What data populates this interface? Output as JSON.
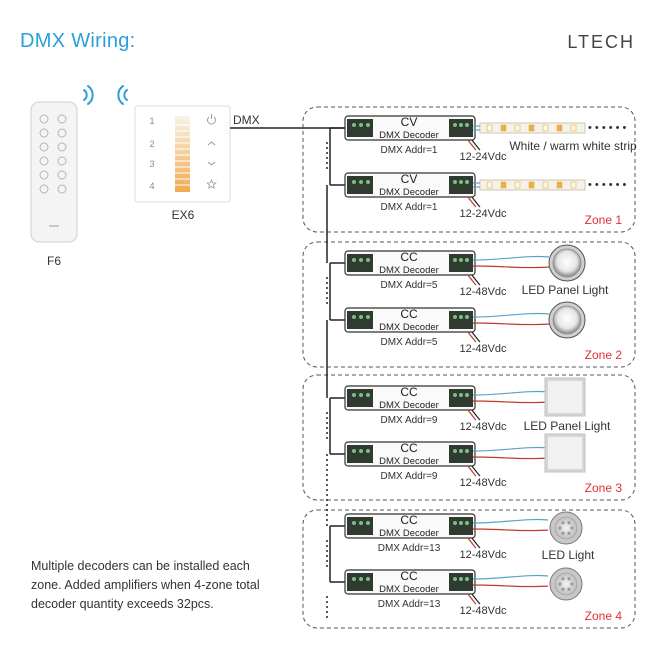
{
  "header": {
    "title": "DMX Wiring:",
    "brand": "LTECH"
  },
  "devices": {
    "remote_label": "F6",
    "panel_label": "EX6",
    "panel_keys": [
      "1",
      "2",
      "3",
      "4"
    ],
    "dmx_line_label": "DMX"
  },
  "decoder_text": "DMX Decoder",
  "zones": [
    {
      "label": "Zone 1",
      "decoders": [
        {
          "type": "CV",
          "addr": "DMX Addr=1",
          "volt": "12-24Vdc"
        },
        {
          "type": "CV",
          "addr": "DMX Addr=1",
          "volt": "12-24Vdc"
        }
      ],
      "load_label": "White / warm white strip"
    },
    {
      "label": "Zone 2",
      "decoders": [
        {
          "type": "CC",
          "addr": "DMX Addr=5",
          "volt": "12-48Vdc"
        },
        {
          "type": "CC",
          "addr": "DMX Addr=5",
          "volt": "12-48Vdc"
        }
      ],
      "load_label": "LED Panel Light"
    },
    {
      "label": "Zone 3",
      "decoders": [
        {
          "type": "CC",
          "addr": "DMX Addr=9",
          "volt": "12-48Vdc"
        },
        {
          "type": "CC",
          "addr": "DMX Addr=9",
          "volt": "12-48Vdc"
        }
      ],
      "load_label": "LED Panel Light"
    },
    {
      "label": "Zone 4",
      "decoders": [
        {
          "type": "CC",
          "addr": "DMX Addr=13",
          "volt": "12-48Vdc"
        },
        {
          "type": "CC",
          "addr": "DMX Addr=13",
          "volt": "12-48Vdc"
        }
      ],
      "load_label": "LED Light"
    }
  ],
  "note": "Multiple decoders can be installed each zone. Added amplifiers when 4-zone total decoder quantity exceeds 32pcs.",
  "colors": {
    "title": "#2b9fd9",
    "zone_label": "#e03030",
    "wifi": "#2b9fd9"
  }
}
